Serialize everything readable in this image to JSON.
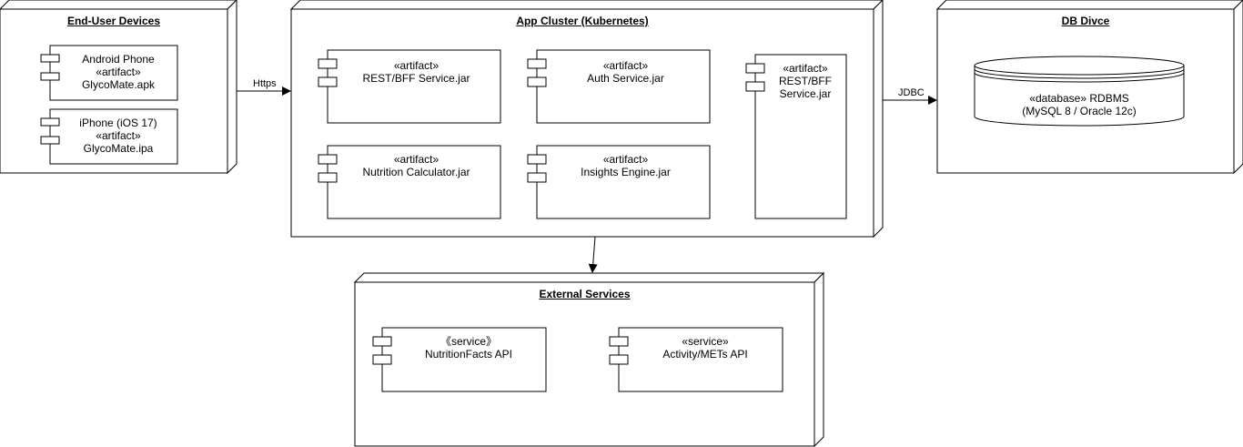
{
  "nodes": {
    "end_user": {
      "title": "End-User Devices"
    },
    "app_cluster": {
      "title": "App Cluster (Kubernetes)"
    },
    "db": {
      "title": "DB Divce"
    },
    "external": {
      "title": "External Services"
    }
  },
  "components": {
    "android": "Android Phone\n«artifact»\nGlycoMate.apk",
    "iphone": "iPhone (iOS 17)\n«artifact»\nGlycoMate.ipa",
    "rest_bff": "«artifact»\nREST/BFF Service.jar",
    "auth": "«artifact»\nAuth Service.jar",
    "rest_bff_tall": "«artifact»\nREST/BFF\nService.jar",
    "nutrition_calc": "«artifact»\nNutrition Calculator.jar",
    "insights": "«artifact»\nInsights Engine.jar",
    "nutritionfacts": "《service》\nNutritionFacts API",
    "activity": "«service»\nActivity/METs API"
  },
  "database": {
    "label": "«database» RDBMS\n(MySQL 8 / Oracle 12c)"
  },
  "edges": {
    "https": "Https",
    "jdbc": "JDBC"
  }
}
